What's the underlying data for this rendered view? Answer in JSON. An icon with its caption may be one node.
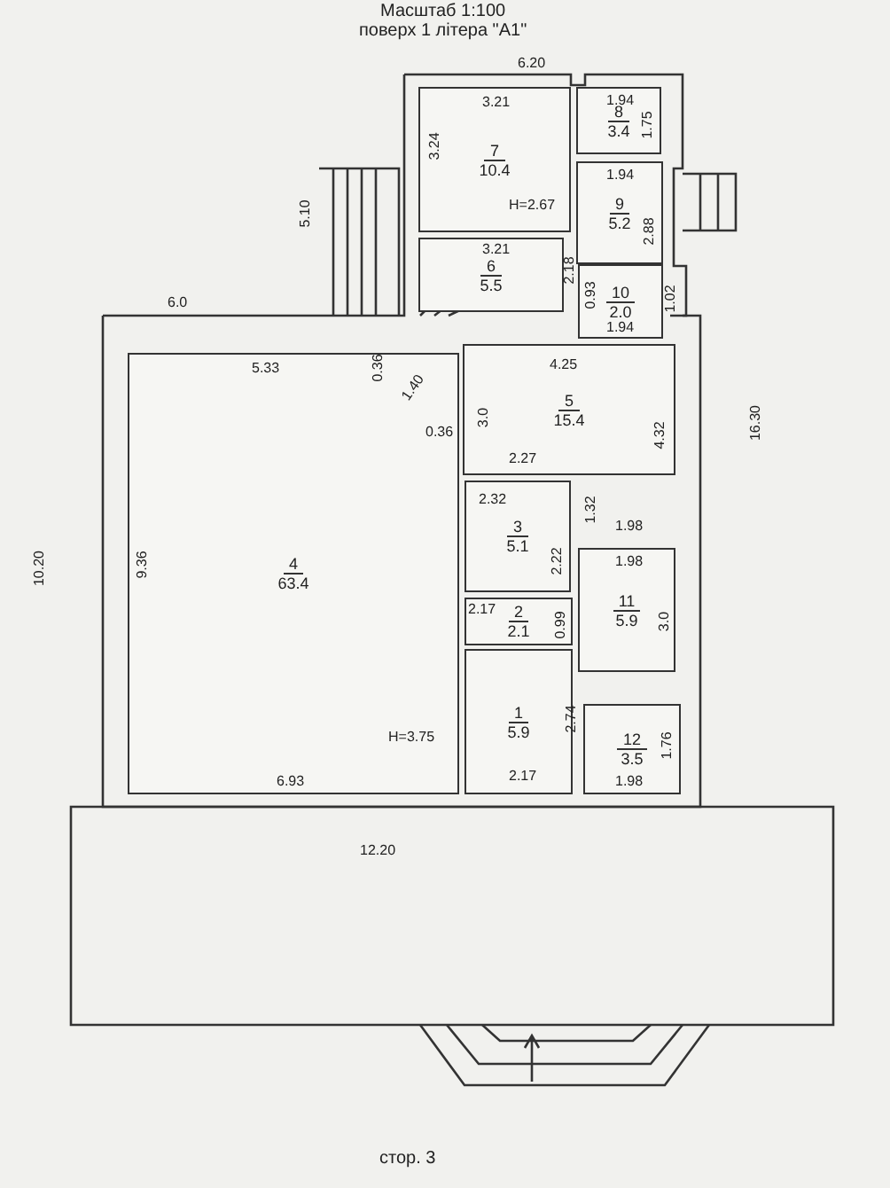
{
  "diagram": {
    "title": "поверх 1  літера \"А1\"",
    "caption": "стор. 3",
    "nodes": [
      {
        "text": [
          "7",
          "10.4"
        ]
      },
      {
        "text": [
          "8",
          "3.4"
        ]
      },
      {
        "text": [
          "9",
          "5.2"
        ]
      },
      {
        "text": [
          "6",
          "5.5"
        ]
      },
      {
        "text": [
          "10",
          "2.0"
        ]
      },
      {
        "text": [
          "4",
          "63.4"
        ]
      },
      {
        "text": [
          "5",
          "15.4"
        ]
      },
      {
        "text": [
          "3",
          "5.1"
        ]
      },
      {
        "text": [
          "11",
          "5.9"
        ]
      },
      {
        "text": [
          "2",
          "2.1"
        ]
      },
      {
        "text": [
          "1",
          "5.9"
        ]
      },
      {
        "text": [
          "12",
          "3.5"
        ]
      }
    ],
    "labels": [
      "Масштаб 1:100",
      "6.20",
      "3.21",
      "1.94",
      "1.75",
      "3.24",
      "5.10",
      "1.94",
      "H=2.67",
      "2.88",
      "3.21",
      "2.18",
      "0.93",
      "1.02",
      "1.94",
      "6.0",
      "5.33",
      "0.36",
      "4.25",
      "1.40",
      "3.0",
      "0.36",
      "16.30",
      "4.32",
      "2.27",
      "2.32",
      "1.32",
      "10.20",
      "9.36",
      "1.98",
      "2.22",
      "1.98",
      "2.17",
      "0.99",
      "3.0",
      "2.74",
      "H=3.75",
      "1.76",
      "1.98",
      "6.93",
      "2.17",
      "12.20"
    ]
  }
}
